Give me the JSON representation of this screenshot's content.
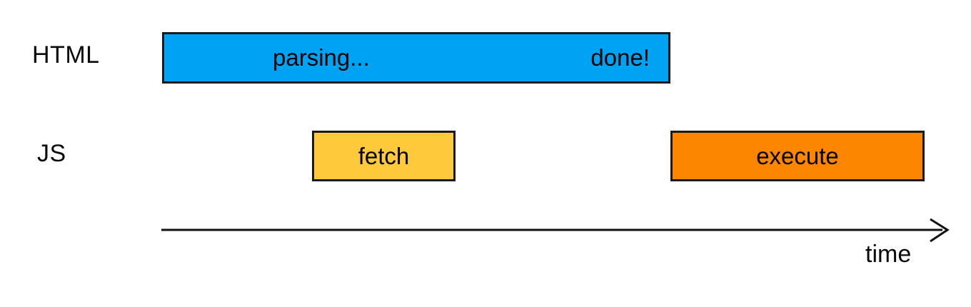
{
  "diagram": {
    "rows": {
      "html": {
        "label": "HTML"
      },
      "js": {
        "label": "JS"
      }
    },
    "bars": {
      "parsing": {
        "text_left": "parsing...",
        "text_right": "done!",
        "color": "#00A3F4"
      },
      "fetch": {
        "label": "fetch",
        "color": "#FFC93C"
      },
      "execute": {
        "label": "execute",
        "color": "#FC8600"
      }
    },
    "axis": {
      "label": "time"
    },
    "colors": {
      "bar_border": "#1A1A1A",
      "axis_stroke": "#111111",
      "text": "#0A0A0A",
      "background": "#FFFFFF"
    }
  }
}
